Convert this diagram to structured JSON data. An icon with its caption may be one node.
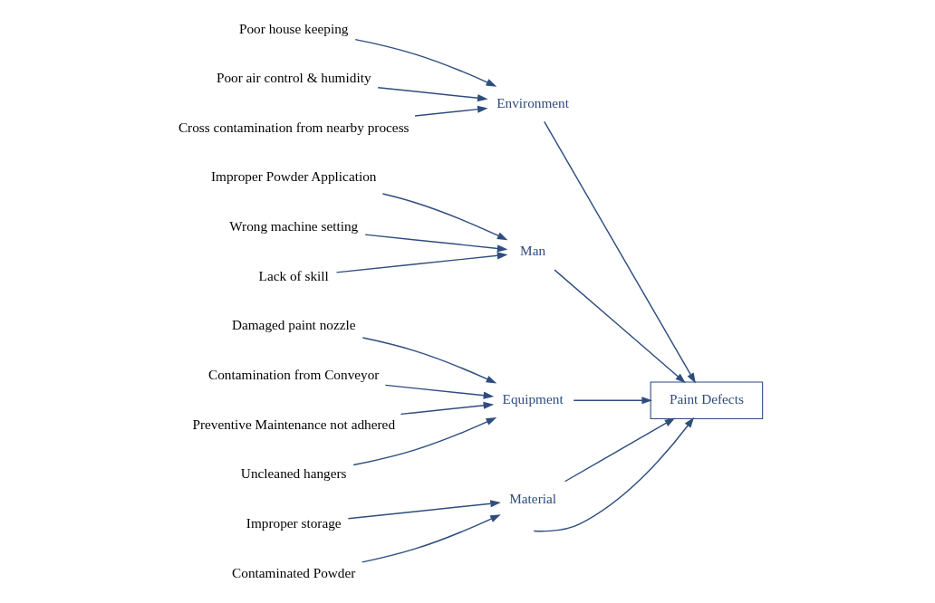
{
  "diagram": {
    "nodes": [
      {
        "text": [
          "Paint Defects"
        ]
      },
      {
        "text": [
          "Environment"
        ]
      },
      {
        "text": [
          "Poor house keeping"
        ]
      },
      {
        "text": [
          "Poor air control & humidity"
        ]
      },
      {
        "text": [
          "Cross contamination from nearby process"
        ]
      },
      {
        "text": [
          "Man"
        ]
      },
      {
        "text": [
          "Improper Powder Application"
        ]
      },
      {
        "text": [
          "Wrong machine setting"
        ]
      },
      {
        "text": [
          "Lack of skill"
        ]
      },
      {
        "text": [
          "Equipment"
        ]
      },
      {
        "text": [
          "Damaged paint nozzle"
        ]
      },
      {
        "text": [
          "Contamination from Conveyor"
        ]
      },
      {
        "text": [
          "Preventive Maintenance not adhered"
        ]
      },
      {
        "text": [
          "Uncleaned hangers"
        ]
      },
      {
        "text": [
          "Material"
        ]
      },
      {
        "text": [
          "Improper storage"
        ]
      },
      {
        "text": [
          "Contaminated Powder"
        ]
      }
    ],
    "edges": [
      {
        "from": null,
        "to": 0,
        "arrow": "to"
      },
      {
        "from": 1,
        "to": 0,
        "arrow": "to"
      },
      {
        "from": 5,
        "to": 0,
        "arrow": "to"
      },
      {
        "from": 9,
        "to": 0,
        "arrow": "to"
      },
      {
        "from": 14,
        "to": 0,
        "arrow": "to"
      },
      {
        "from": 2,
        "to": 1,
        "arrow": "to"
      },
      {
        "from": 3,
        "to": 1,
        "arrow": "to"
      },
      {
        "from": 4,
        "to": 1,
        "arrow": "to"
      },
      {
        "from": 6,
        "to": 5,
        "arrow": "to"
      },
      {
        "from": 7,
        "to": 5,
        "arrow": "to"
      },
      {
        "from": 8,
        "to": 5,
        "arrow": "to"
      },
      {
        "from": 10,
        "to": 9,
        "arrow": "to"
      },
      {
        "from": 11,
        "to": 9,
        "arrow": "to"
      },
      {
        "from": 12,
        "to": 9,
        "arrow": "to"
      },
      {
        "from": 13,
        "to": 9,
        "arrow": "to"
      },
      {
        "from": 15,
        "to": 14,
        "arrow": "to"
      },
      {
        "from": 16,
        "to": 14,
        "arrow": "to"
      }
    ]
  }
}
